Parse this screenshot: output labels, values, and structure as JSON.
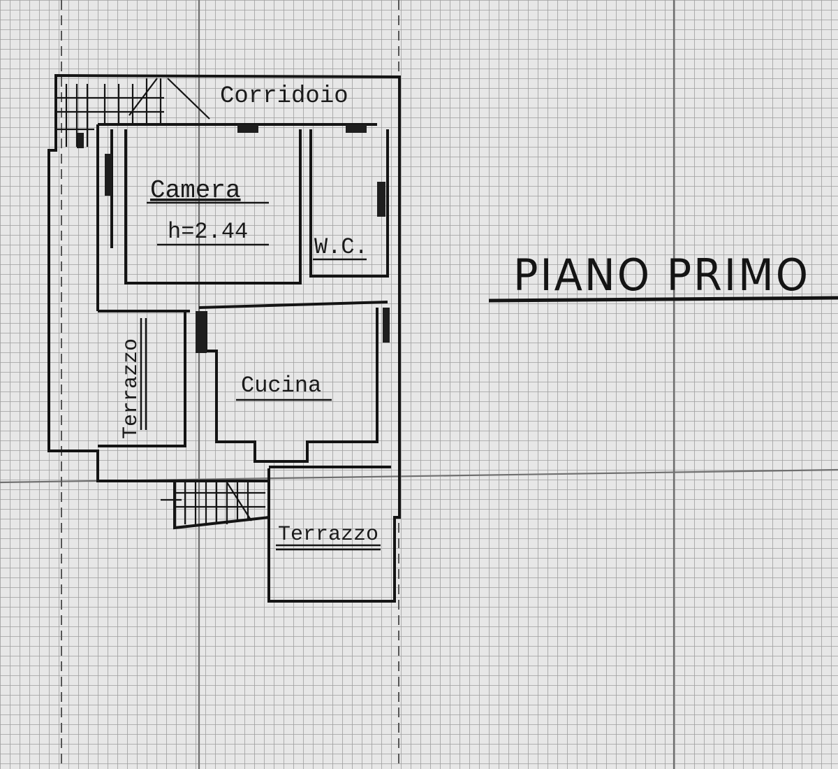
{
  "drawing": {
    "title": "PIANO PRIMO",
    "rooms": {
      "corridoio": "Corridoio",
      "camera": "Camera",
      "camera_height": "h=2.44",
      "wc": "W.C.",
      "terrazzo_vertical": "Terrazzo",
      "cucina": "Cucina",
      "terrazzo_bottom": "Terrazzo"
    }
  },
  "colors": {
    "paper": "#e7e7e7",
    "grid_fine": "#a9a9a9",
    "grid_major": "#7a7a7a",
    "ink": "#141414"
  }
}
